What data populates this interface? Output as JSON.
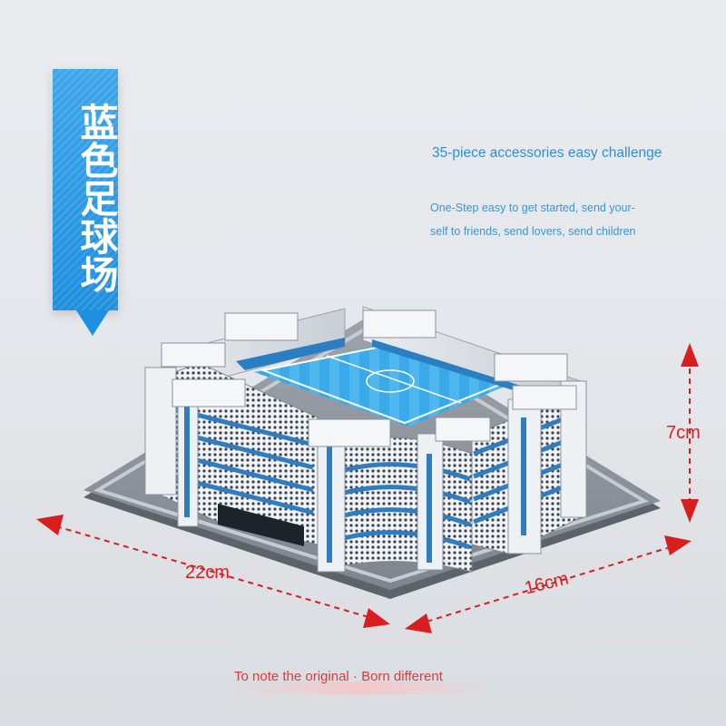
{
  "banner": {
    "title": "蓝色足球场",
    "color": "#1f8fdf"
  },
  "copy": {
    "headline": "35-piece accessories easy challenge",
    "line1": "One-Step easy to get started, send your-",
    "line2": "self to friends, send lovers, send children"
  },
  "dimensions": {
    "height_label": "7cm",
    "length_label": "22cm",
    "width_label": "16cm",
    "arrow_color": "#d81e1e"
  },
  "footer": {
    "text": "To note the original · Born different"
  }
}
